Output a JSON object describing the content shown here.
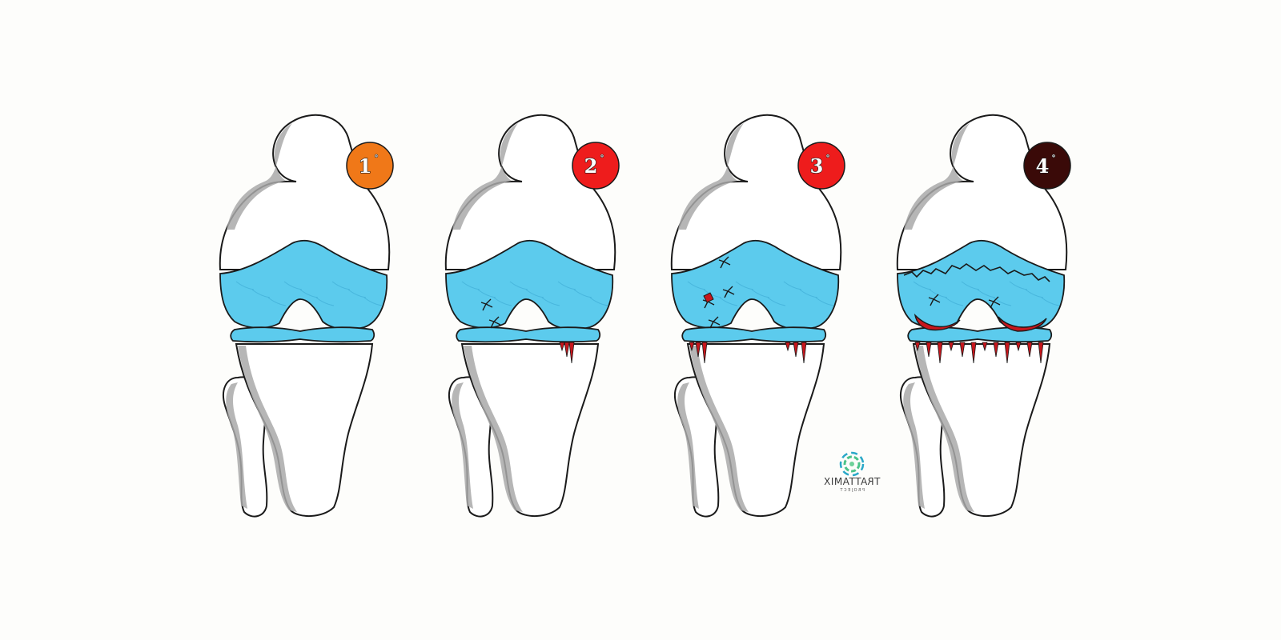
{
  "grades": [
    {
      "label": "1",
      "sup": "°",
      "color": "#f07818"
    },
    {
      "label": "2",
      "sup": "°",
      "color": "#ee1c1c"
    },
    {
      "label": "3",
      "sup": "°",
      "color": "#ee1c1c"
    },
    {
      "label": "4",
      "sup": "°",
      "color": "#3a0a08"
    }
  ],
  "colors": {
    "cartilage": "#5ccbed",
    "cartilage_dark": "#3aa8d2",
    "bone_shadow": "#a9a9a9",
    "damage": "#c8161c",
    "outline": "#1a1a1a"
  },
  "watermark": {
    "logo": "spiral-flower-logo"
  }
}
